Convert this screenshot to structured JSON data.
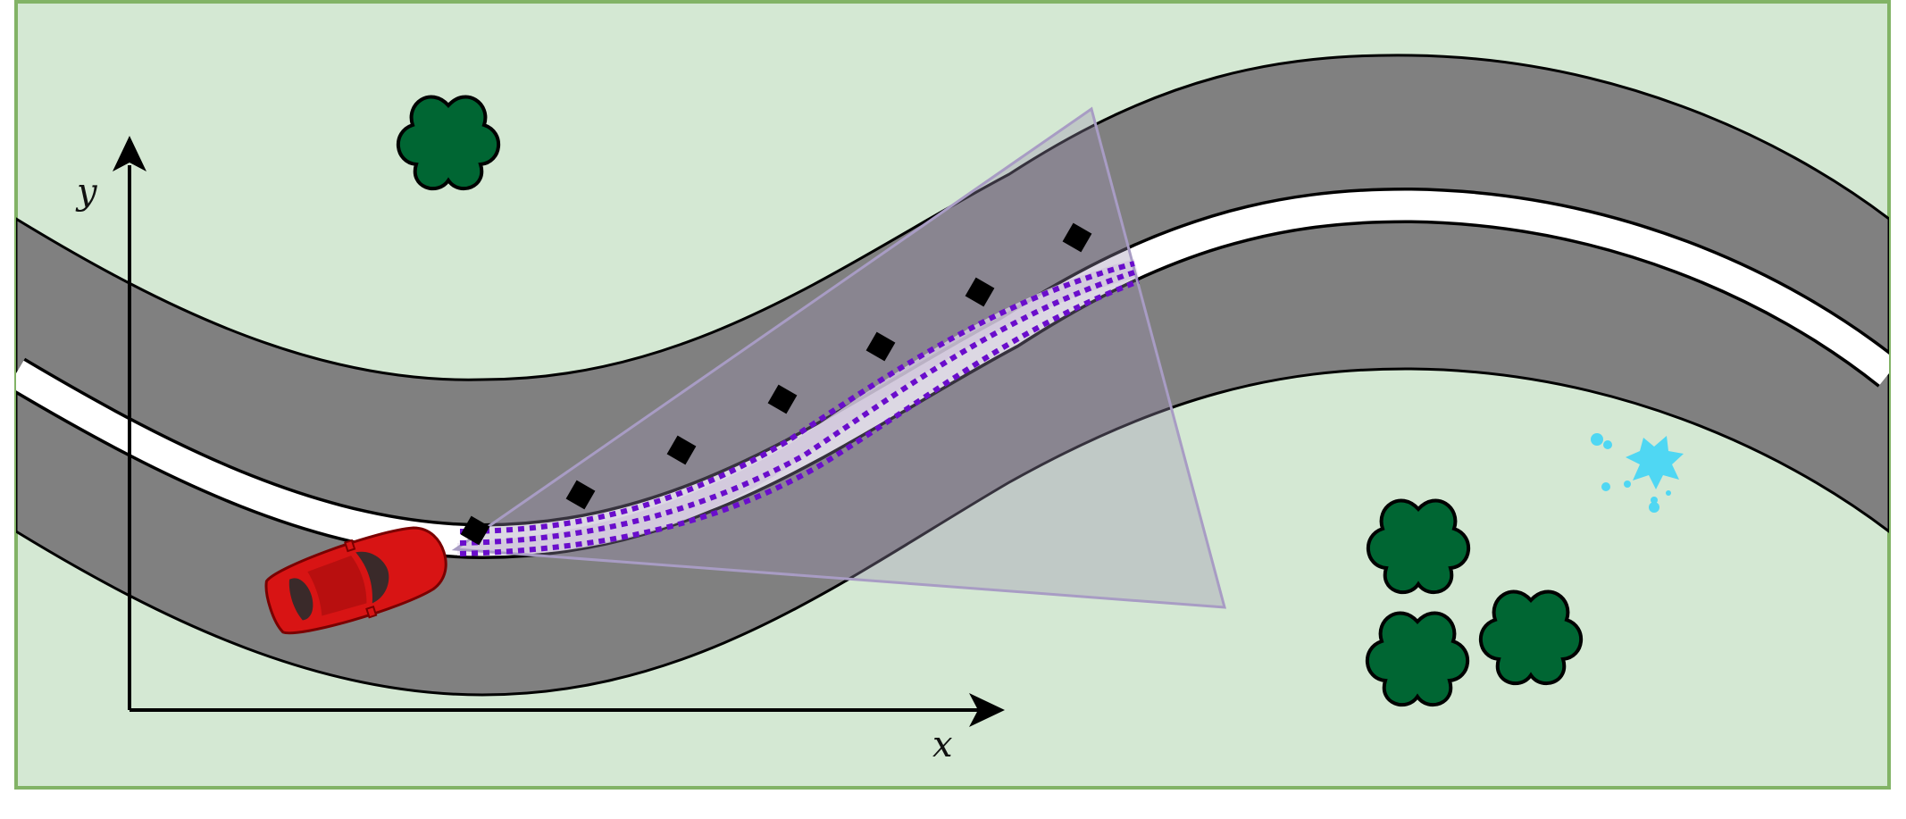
{
  "axes": {
    "x_label": "x",
    "y_label": "y"
  },
  "colors": {
    "ground": "#d4e8d3",
    "frame": "#82b366",
    "road": "#808080",
    "lane_marking": "#ffffff",
    "outline": "#000000",
    "view_cone": "#9a8fb0",
    "trajectory": "#6a0dcc",
    "tree": "#006633",
    "car": "#d81414",
    "water_splash": "#4fd7f3",
    "waypoint": "#000000"
  },
  "icons": {
    "car": "car-icon",
    "tree": "tree-icon",
    "splash": "water-splash-icon"
  },
  "waypoints_count_visible": 7,
  "trees_count_visible": 4
}
